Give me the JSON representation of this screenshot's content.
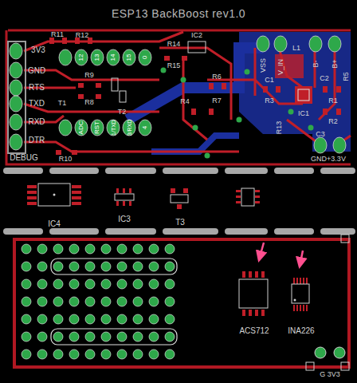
{
  "diagram": {
    "title": "ESP13 BackBoost rev1.0",
    "nodes": [
      {
        "text": [
          "IC4"
        ]
      },
      {
        "text": [
          "IC3"
        ]
      },
      {
        "text": [
          "T3"
        ]
      },
      {
        "text": [
          "ACS712"
        ]
      },
      {
        "text": [
          "INA226"
        ]
      }
    ],
    "labels": [
      "R11",
      "R12",
      "3V3",
      "GND",
      "RTS",
      "R9",
      "TXD",
      "T1",
      "R8",
      "T2",
      "RXD",
      "DTR",
      "DEBUG",
      "R10",
      "12",
      "13",
      "14",
      "15",
      "0",
      "ADC",
      "RST",
      "1/TXD",
      "3/RXD",
      "4",
      "IC2",
      "R14",
      "R15",
      "R6",
      "R4",
      "R7",
      "VSS",
      "V_IN",
      "L1",
      "B-",
      "B+",
      "C1",
      "R3",
      "C2",
      "R5",
      "IC1",
      "R1",
      "R2",
      "R13",
      "C3",
      "GND+3.3V",
      "G 3V3"
    ]
  }
}
